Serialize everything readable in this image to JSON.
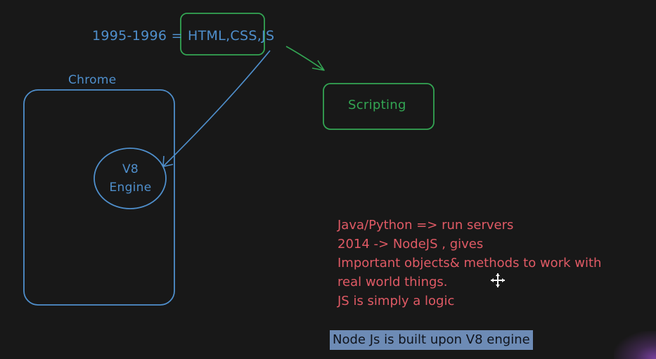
{
  "diagram": {
    "year_label": "1995-1996 =",
    "tech_label": "HTML,CSS,JS",
    "chrome_label": "Chrome",
    "v8_label_line1": "V8",
    "v8_label_line2": "Engine",
    "scripting_label": "Scripting"
  },
  "notes": {
    "lines": [
      "Java/Python => run servers",
      "2014 -> NodeJS , gives",
      "Important objects& methods to work with",
      "real world things.",
      "JS is simply a logic"
    ],
    "highlighted": "Node Js is built upon V8 engine"
  },
  "colors": {
    "background": "#181818",
    "blue": "#4f8fcc",
    "green": "#33a553",
    "red": "#e05a65",
    "highlight": "#6d8bb5"
  },
  "icons": {
    "cursor": "move-cursor-icon"
  }
}
